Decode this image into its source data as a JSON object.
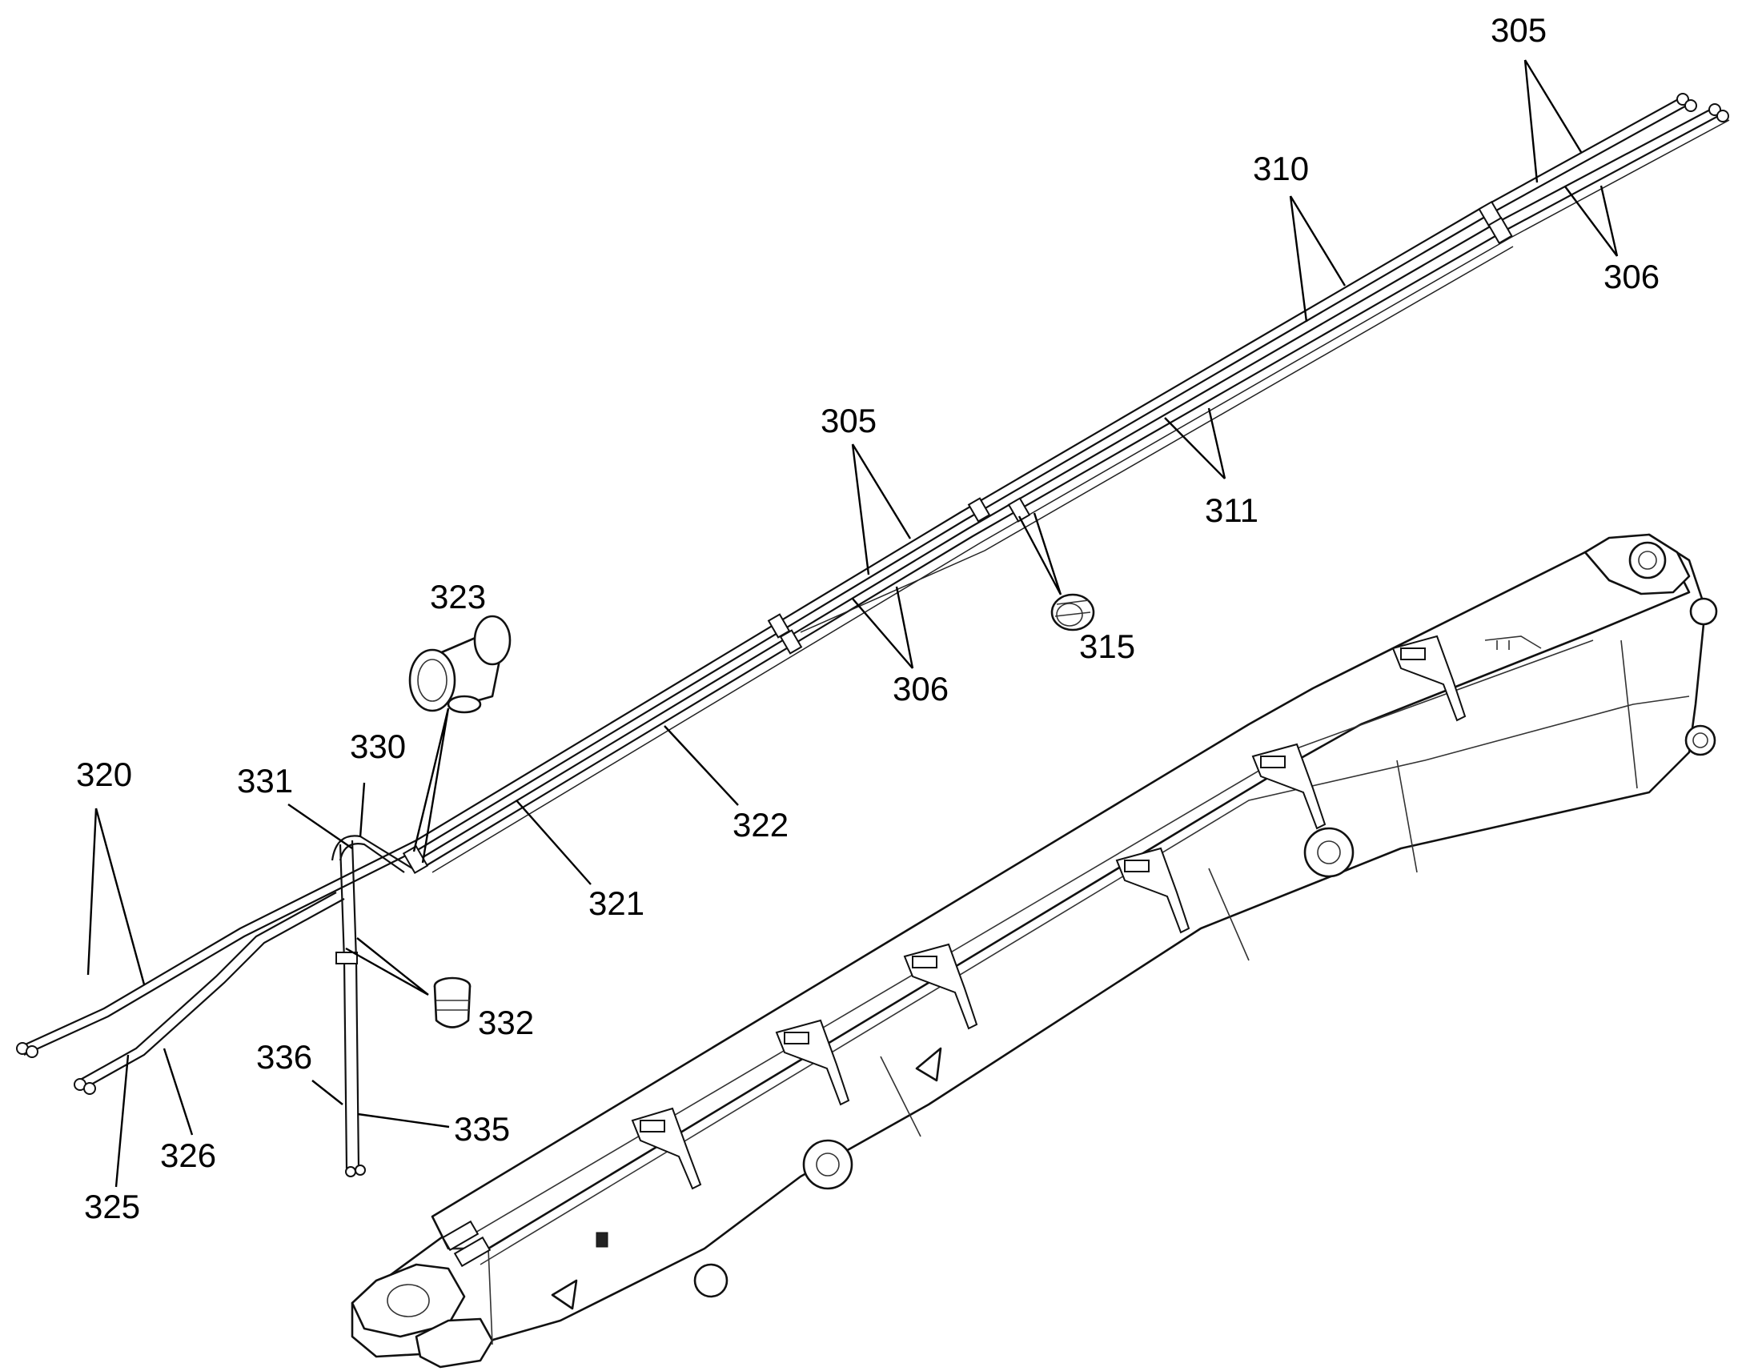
{
  "callouts": {
    "c305_top": "305",
    "c306_top": "306",
    "c310": "310",
    "c311": "311",
    "c305_mid": "305",
    "c306_mid": "306",
    "c315": "315",
    "c323": "323",
    "c330": "330",
    "c331": "331",
    "c320": "320",
    "c322": "322",
    "c321": "321",
    "c332": "332",
    "c336": "336",
    "c335": "335",
    "c326": "326",
    "c325": "325"
  }
}
